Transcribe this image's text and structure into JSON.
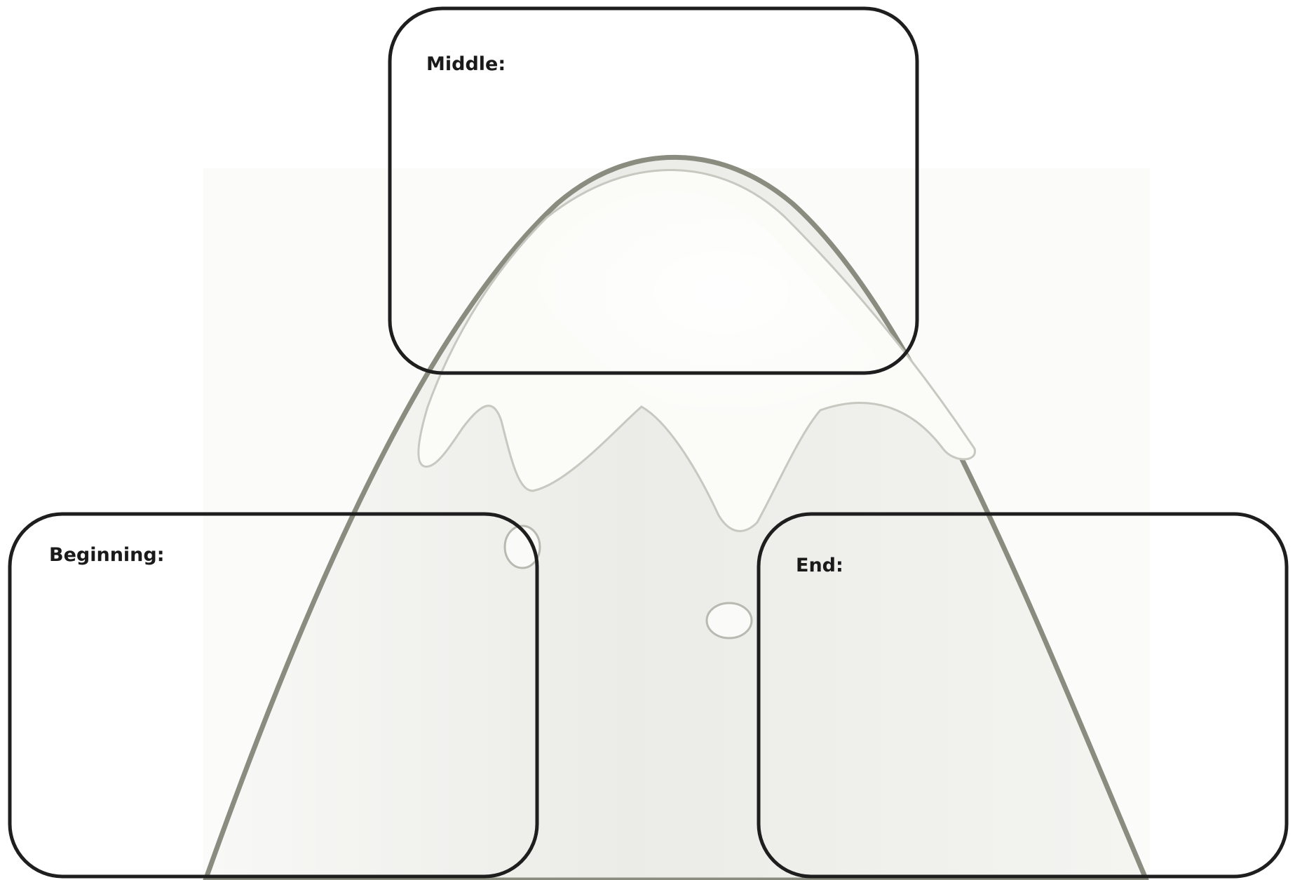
{
  "labels": {
    "middle": "Middle:",
    "beginning": "Beginning:",
    "end": "End:"
  },
  "colors": {
    "background": "#ffffff",
    "mountain_outline": "#8a8c80",
    "mountain_fill": "#eeeeea",
    "snow_cap": "#fbfbf8",
    "box_stroke": "#1e1e1e"
  }
}
